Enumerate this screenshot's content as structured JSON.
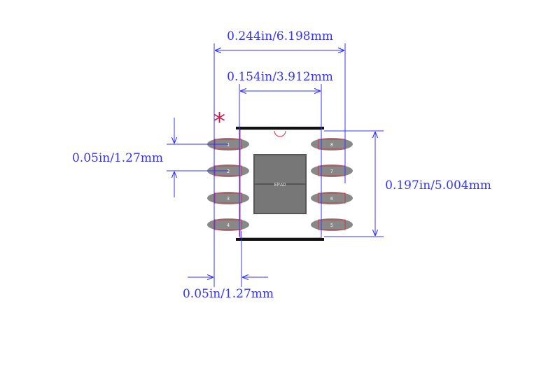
{
  "colors": {
    "dimension": "#3333ff",
    "outline": "#cc3344",
    "pad": "#888888",
    "body_bar": "#111111",
    "epad": "#777777",
    "epad_line": "#555555",
    "marker": "#cc2255"
  },
  "pin1_marker": "*",
  "dimensions": {
    "overall_width": "0.244in/6.198mm",
    "body_width": "0.154in/3.912mm",
    "pitch": "0.05in/1.27mm",
    "body_height": "0.197in/5.004mm",
    "pad_width": "0.05in/1.27mm"
  },
  "epad_label": "EPAD",
  "pins": {
    "left": [
      "1",
      "2",
      "3",
      "4"
    ],
    "right": [
      "8",
      "7",
      "6",
      "5"
    ]
  }
}
